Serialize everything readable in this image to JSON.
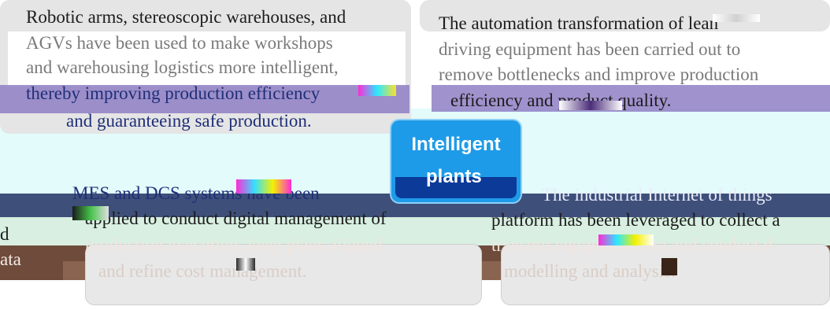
{
  "center": {
    "line1": "Intelligent",
    "line2": "plants"
  },
  "top_left": {
    "lines": [
      "Robotic arms, stereoscopic warehouses, and",
      "AGVs have been used to make workshops",
      "and warehousing logistics more intelligent,",
      "thereby improving production efficiency",
      "and guaranteeing safe production."
    ]
  },
  "top_right": {
    "lines": [
      "The automation transformation of lean",
      "driving equipment has been carried out to",
      "remove bottlenecks and improve production",
      "efficiency and product quality."
    ]
  },
  "bottom_left": {
    "lines": [
      "MES and DCS systems have been",
      "applied to conduct digital management of",
      "production execution, keep plans aligned,",
      "and refine cost management."
    ],
    "clipped": [
      "d",
      "ata"
    ]
  },
  "bottom_right": {
    "lines": [
      "The industrial Internet of things",
      "platform has been leveraged to collect a",
      "transmit equipment data and conduct d",
      "modelling and analysis."
    ]
  }
}
